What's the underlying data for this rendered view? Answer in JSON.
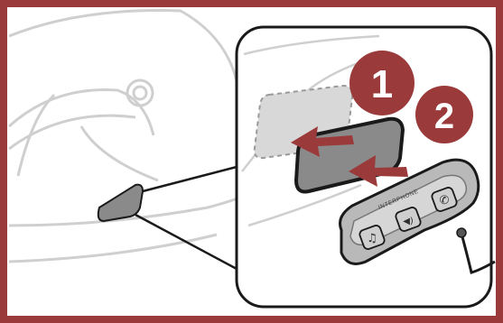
{
  "frame": {
    "border_color": "#9b3a3a"
  },
  "steps": [
    {
      "number": "1",
      "color": "#9b3a3a"
    },
    {
      "number": "2",
      "color": "#9b3a3a"
    }
  ],
  "device": {
    "brand_text": "INTERPHONE",
    "buttons": [
      {
        "icon": "music-note-icon",
        "glyph": "♫"
      },
      {
        "icon": "phone-sound-icon",
        "glyph": "◀)"
      },
      {
        "icon": "phone-icon",
        "glyph": "✆"
      }
    ]
  },
  "colors": {
    "arrow": "#9b3a3a",
    "mount": "#8a8a8a",
    "line": "#1a1a1a"
  }
}
